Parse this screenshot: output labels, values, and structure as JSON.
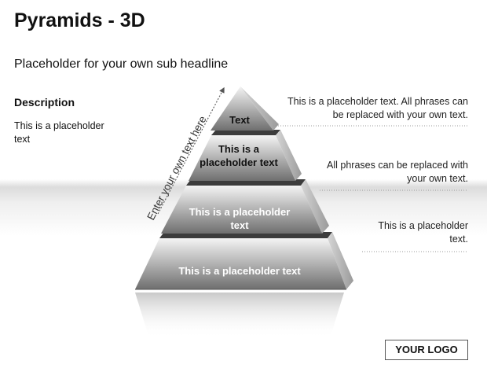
{
  "header": {
    "title": "Pyramids - 3D",
    "subheadline": "Placeholder for your own sub headline"
  },
  "sidebar": {
    "description_title": "Description",
    "description_body": "This is a placeholder text"
  },
  "pyramid": {
    "side_text": "Enter your own text here",
    "tiers": [
      {
        "label": "Text"
      },
      {
        "label": "This is a placeholder text"
      },
      {
        "label": "This is a placeholder text"
      },
      {
        "label": "This is a placeholder text"
      }
    ],
    "colors": {
      "light": "#f2f2f2",
      "dark": "#6e6e6e",
      "shelf": "#3c3c3c",
      "side": "#bdbdbd"
    }
  },
  "callouts": [
    {
      "text": "This is a placeholder text. All phrases can be replaced with your own text."
    },
    {
      "text": "All phrases can be replaced with your own text."
    },
    {
      "text": "This is a placeholder text."
    }
  ],
  "logo": {
    "text": "YOUR LOGO"
  }
}
